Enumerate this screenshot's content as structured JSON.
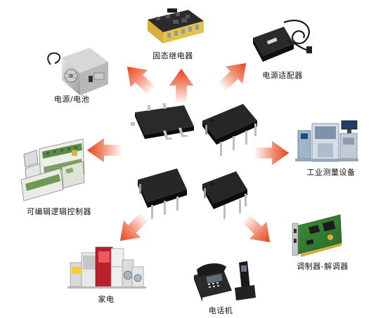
{
  "labels": {
    "ssr": "固态继电器",
    "adapter": "电源适配器",
    "psu": "电源/电池",
    "industrial": "工业测量设备",
    "plc": "可编辑逻辑控制器",
    "modem": "调制器-解调器",
    "appliance": "家电",
    "phone": "电话机"
  },
  "colors": {
    "arrow": "#ea5a30",
    "chip": "#1c1c1c",
    "pin": "#b9b9b9"
  }
}
